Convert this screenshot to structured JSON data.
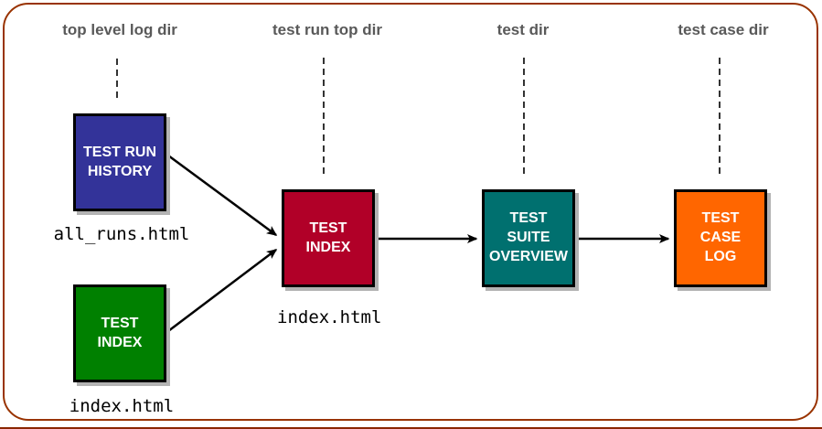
{
  "frame": {
    "border_color": "#993300",
    "bottom_edge_color": "#8a2600"
  },
  "columns": [
    {
      "label": "top level log dir"
    },
    {
      "label": "test run top dir"
    },
    {
      "label": "test dir"
    },
    {
      "label": "test case dir"
    }
  ],
  "boxes": {
    "test_run_history": {
      "label": "TEST RUN\nHISTORY",
      "color": "#333399",
      "file": "all_runs.html"
    },
    "test_index_top": {
      "label": "TEST\nINDEX",
      "color": "#008000",
      "file": "index.html"
    },
    "test_index_run": {
      "label": "TEST\nINDEX",
      "color": "#B10028",
      "file": "index.html"
    },
    "test_suite_overview": {
      "label": "TEST\nSUITE\nOVERVIEW",
      "color": "#00706F"
    },
    "test_case_log": {
      "label": "TEST\nCASE\nLOG",
      "color": "#FF6600"
    }
  },
  "connector_color": "#000000",
  "dashed_line_color": "#333333"
}
